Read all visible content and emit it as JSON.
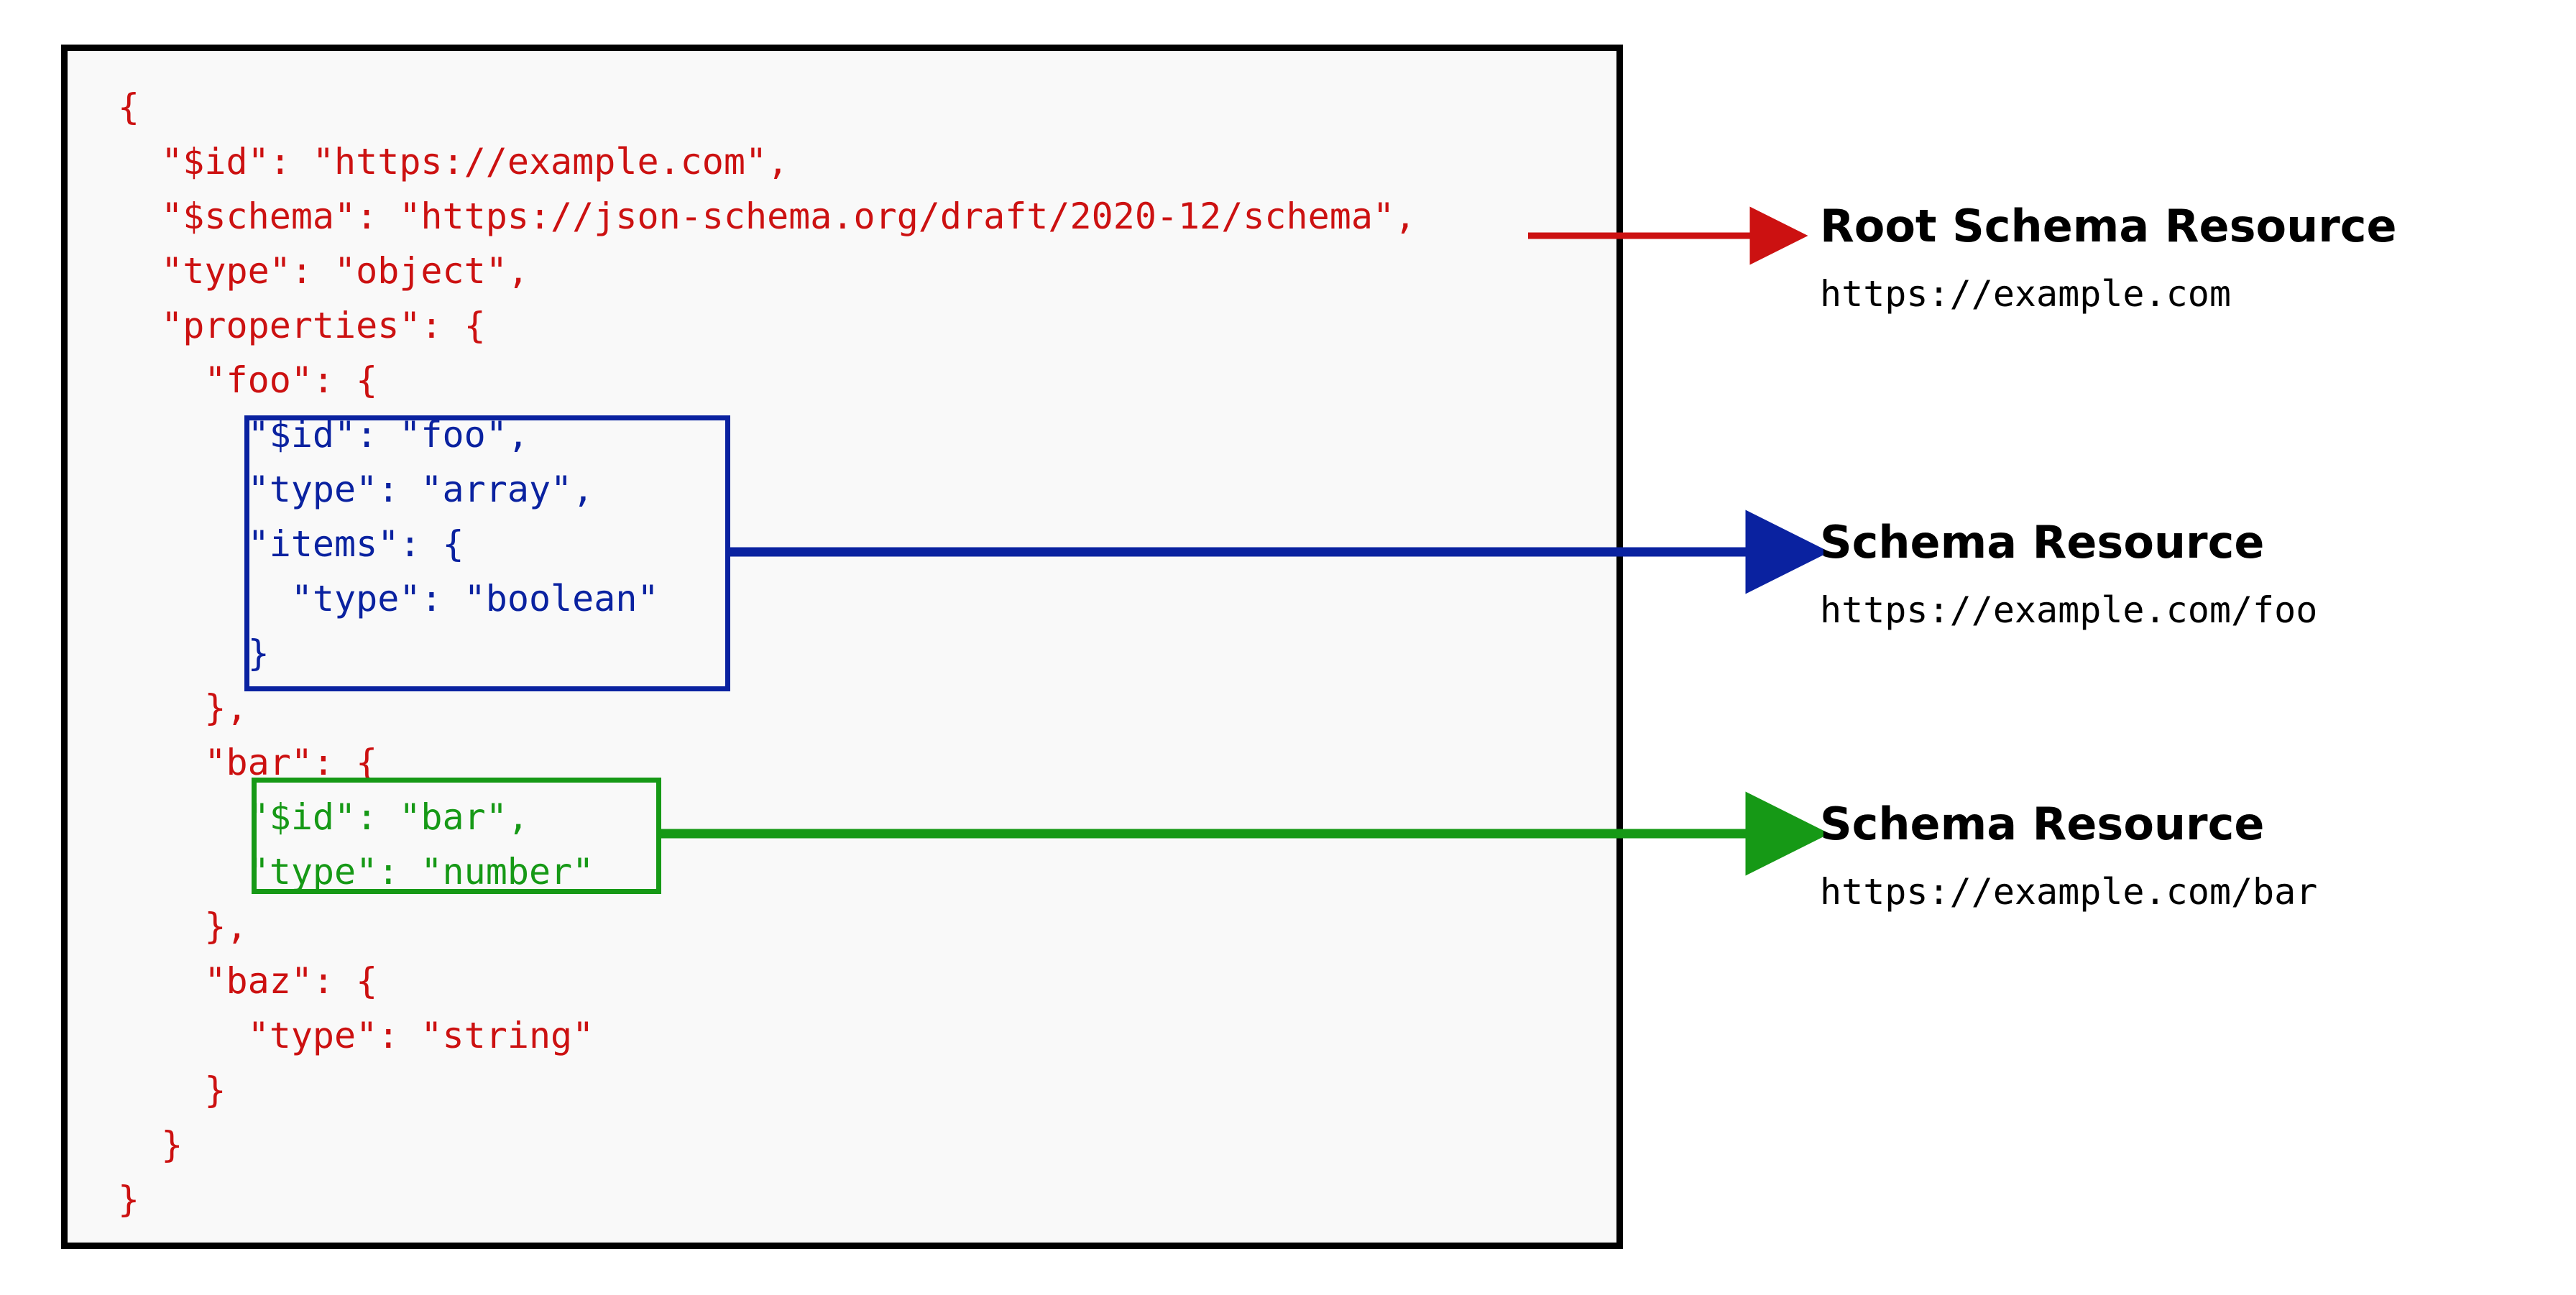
{
  "diagram": {
    "title": "JSON Schema resource identification",
    "colors": {
      "root_accent": "#cc1111",
      "foo_accent": "#0a22a0",
      "bar_accent": "#169916",
      "panel_background": "#f9f9f9",
      "panel_border": "#000000"
    }
  },
  "code": {
    "language": "json",
    "lines": [
      {
        "text": "{",
        "color": "red"
      },
      {
        "text": "  \"$id\": \"https://example.com\",",
        "color": "red"
      },
      {
        "text": "  \"$schema\": \"https://json-schema.org/draft/2020-12/schema\",",
        "color": "red"
      },
      {
        "text": "  \"type\": \"object\",",
        "color": "red"
      },
      {
        "text": "  \"properties\": {",
        "color": "red"
      },
      {
        "text": "    \"foo\": {",
        "color": "red"
      },
      {
        "text": "      \"$id\": \"foo\",",
        "color": "blue"
      },
      {
        "text": "      \"type\": \"array\",",
        "color": "blue"
      },
      {
        "text": "      \"items\": {",
        "color": "blue"
      },
      {
        "text": "        \"type\": \"boolean\"",
        "color": "blue"
      },
      {
        "text": "      }",
        "color": "blue"
      },
      {
        "text": "    },",
        "color": "red"
      },
      {
        "text": "    \"bar\": {",
        "color": "red"
      },
      {
        "text": "      \"$id\": \"bar\",",
        "color": "green"
      },
      {
        "text": "      \"type\": \"number\"",
        "color": "green"
      },
      {
        "text": "    },",
        "color": "red"
      },
      {
        "text": "    \"baz\": {",
        "color": "red"
      },
      {
        "text": "      \"type\": \"string\"",
        "color": "red"
      },
      {
        "text": "    }",
        "color": "red"
      },
      {
        "text": "  }",
        "color": "red"
      },
      {
        "text": "}",
        "color": "red"
      }
    ]
  },
  "annotations": [
    {
      "id": "root",
      "title": "Root Schema Resource",
      "url": "https://example.com",
      "color": "#cc1111"
    },
    {
      "id": "foo",
      "title": "Schema Resource",
      "url": "https://example.com/foo",
      "color": "#0a22a0"
    },
    {
      "id": "bar",
      "title": "Schema Resource",
      "url": "https://example.com/bar",
      "color": "#169916"
    }
  ]
}
